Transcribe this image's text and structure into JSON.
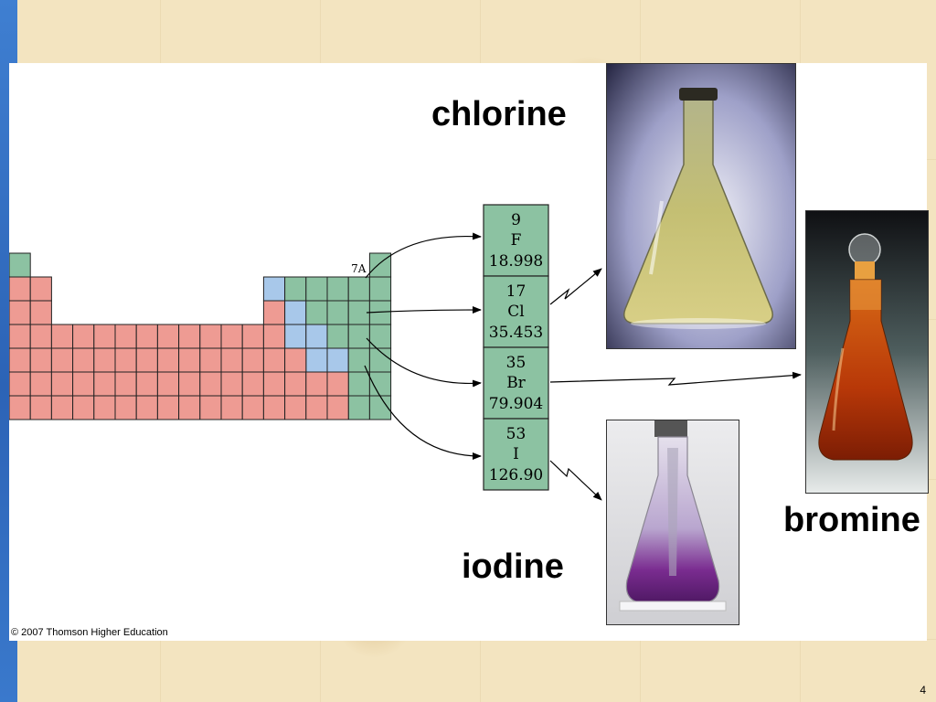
{
  "slide": {
    "number": "4",
    "copyright": "© 2007 Thomson Higher Education"
  },
  "labels": {
    "chlorine": "chlorine",
    "bromine": "bromine",
    "iodine": "iodine"
  },
  "periodic_table": {
    "group_label": "7A"
  },
  "elements": [
    {
      "number": "9",
      "symbol": "F",
      "mass": "18.998"
    },
    {
      "number": "17",
      "symbol": "Cl",
      "mass": "35.453"
    },
    {
      "number": "35",
      "symbol": "Br",
      "mass": "79.904"
    },
    {
      "number": "53",
      "symbol": "I",
      "mass": "126.90"
    }
  ],
  "colors": {
    "metal": "#ee9b93",
    "metalloid": "#a8c8ea",
    "nonmetal": "#8cc2a2",
    "chlorine_gas": "#c9c47a",
    "bromine_liquid": "#b83808",
    "iodine_vapor": "#7a2c90",
    "slide_band": "#2c63b6"
  }
}
